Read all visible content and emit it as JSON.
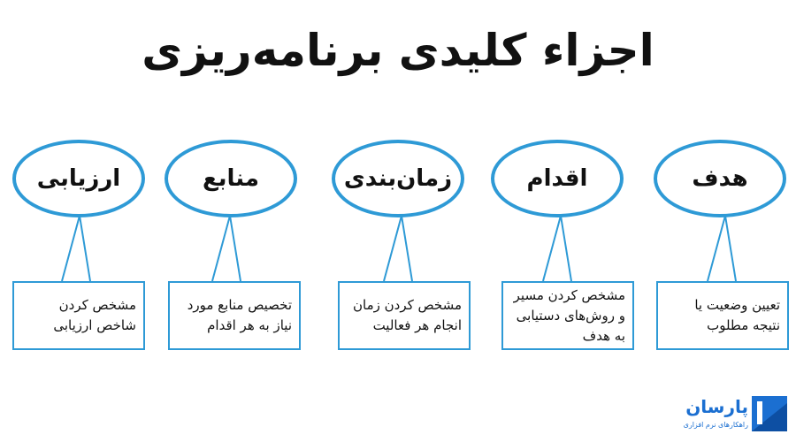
{
  "title": "اجزاء کلیدی برنامه‌ریزی",
  "colors": {
    "accent": "#2e9ad6",
    "logo": "#1b6fd1"
  },
  "nodes": [
    {
      "label": "هدف",
      "description": "تعیین وضعیت یا نتیجه مطلوب"
    },
    {
      "label": "اقدام",
      "description": "مشخص کردن مسیر و روش‌های دستیابی به هدف"
    },
    {
      "label": "زمان‌بندی",
      "description": "مشخص کردن زمان انجام هر فعالیت"
    },
    {
      "label": "منابع",
      "description": "تخصیص منابع مورد نیاز به هر اقدام"
    },
    {
      "label": "ارزیابی",
      "description": "مشخص کردن شاخص ارزیابی"
    }
  ],
  "logo": {
    "name": "پارسان",
    "tagline": "راهکارهای نرم افزاری"
  }
}
